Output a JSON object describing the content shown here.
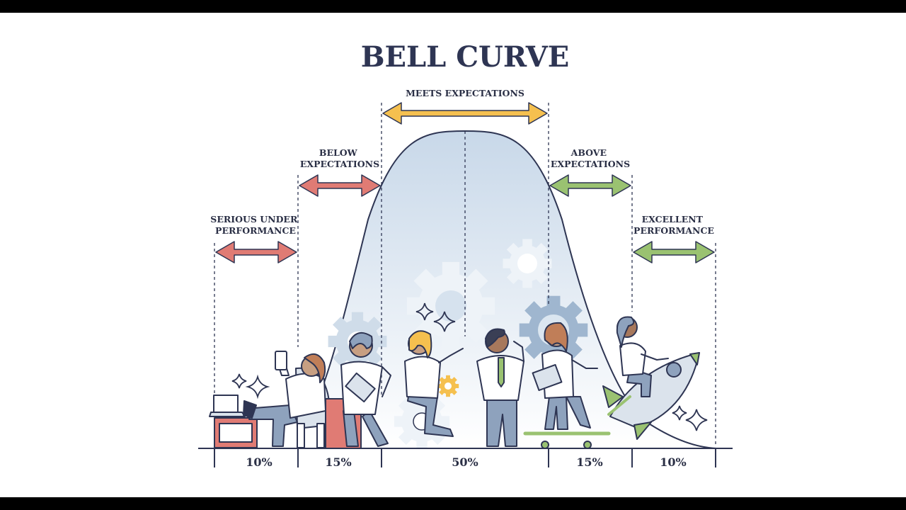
{
  "title": "BELL CURVE",
  "segments": [
    {
      "label_lines": [
        "SERIOUS UNDER",
        "PERFORMANCE"
      ],
      "percent": "10%",
      "arrow_color": "#e07b74"
    },
    {
      "label_lines": [
        "BELOW",
        "EXPECTATIONS"
      ],
      "percent": "15%",
      "arrow_color": "#e07b74"
    },
    {
      "label_lines": [
        "MEETS EXPECTATIONS"
      ],
      "percent": "50%",
      "arrow_color": "#f5c04f"
    },
    {
      "label_lines": [
        "ABOVE",
        "EXPECTATIONS"
      ],
      "percent": "15%",
      "arrow_color": "#9ac271"
    },
    {
      "label_lines": [
        "EXCELLENT",
        "PERFORMANCE"
      ],
      "percent": "10%",
      "arrow_color": "#9ac271"
    }
  ],
  "colors": {
    "outline": "#2e3553",
    "curve_fill_top": "#c9d8e8",
    "gear": "#ffffff",
    "gear_blue": "#9fb6cf"
  },
  "figures": [
    {
      "icon": "person-on-phone-sitting-icon"
    },
    {
      "icon": "person-carrying-tablet-icon"
    },
    {
      "icon": "person-pointing-icon"
    },
    {
      "icon": "person-thinking-icon"
    },
    {
      "icon": "person-on-skateboard-icon"
    },
    {
      "icon": "person-riding-rocket-icon"
    }
  ]
}
